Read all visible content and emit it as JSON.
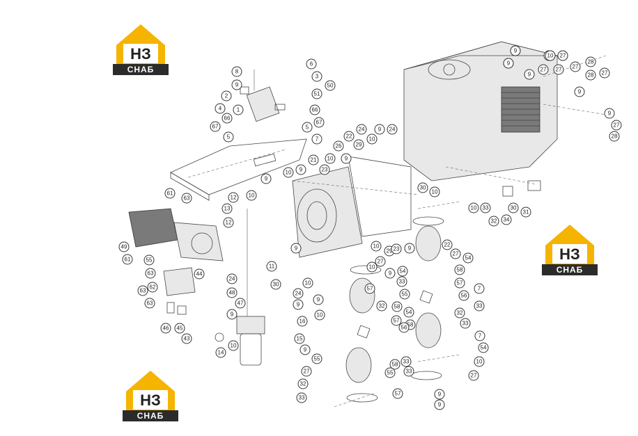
{
  "logo": {
    "top_text": "НЗ",
    "bottom_text": "СНАБ",
    "accent": "#f5b400",
    "dark": "#2b2b2b"
  },
  "callouts": [
    "27",
    "28",
    "27",
    "27",
    "9",
    "28",
    "27",
    "27",
    "28",
    "27",
    "9",
    "28",
    "27",
    "9",
    "27",
    "28",
    "8",
    "6",
    "3",
    "9",
    "50",
    "2",
    "51",
    "4",
    "1",
    "66",
    "66",
    "67",
    "67",
    "5",
    "5",
    "7",
    "24",
    "9",
    "24",
    "22",
    "10",
    "29",
    "26",
    "21",
    "10",
    "9",
    "23",
    "10",
    "9",
    "10",
    "9",
    "61",
    "63",
    "13",
    "12",
    "12",
    "10",
    "33",
    "30",
    "32",
    "34",
    "31",
    "55",
    "49",
    "61",
    "63",
    "44",
    "63",
    "62",
    "63",
    "46",
    "45",
    "43",
    "24",
    "48",
    "47",
    "9",
    "10",
    "14",
    "16",
    "15",
    "11",
    "30",
    "24",
    "10",
    "9",
    "9",
    "10",
    "10",
    "29",
    "23",
    "9",
    "22",
    "27",
    "54",
    "58",
    "57",
    "7",
    "56",
    "33",
    "32",
    "33",
    "57",
    "58",
    "55",
    "54",
    "57",
    "58",
    "33",
    "7",
    "56",
    "33",
    "32",
    "33",
    "58",
    "57",
    "54",
    "10",
    "9",
    "55",
    "27",
    "9",
    "27",
    "32",
    "33",
    "55",
    "9",
    "10",
    "9",
    "27",
    "54",
    "30",
    "10",
    "9",
    "9",
    "9",
    "10",
    "27"
  ]
}
